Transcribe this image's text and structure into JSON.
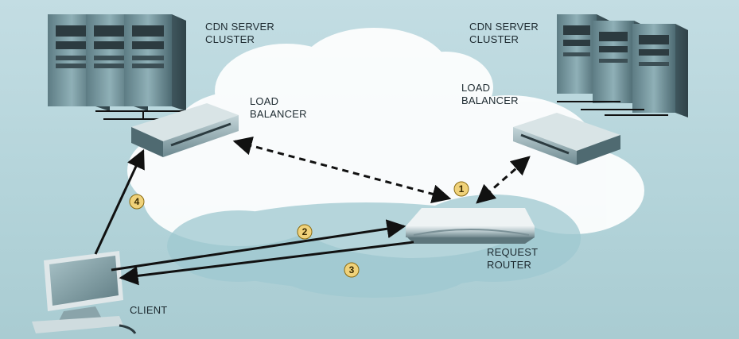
{
  "labels": {
    "cdn_left_line1": "CDN SERVER",
    "cdn_left_line2": "CLUSTER",
    "cdn_right_line1": "CDN SERVER",
    "cdn_right_line2": "CLUSTER",
    "lb_left_line1": "LOAD",
    "lb_left_line2": "BALANCER",
    "lb_right_line1": "LOAD",
    "lb_right_line2": "BALANCER",
    "router_line1": "REQUEST",
    "router_line2": "ROUTER",
    "client": "CLIENT"
  },
  "steps": [
    "1",
    "2",
    "3",
    "4"
  ],
  "colors": {
    "background": "#b4d4da",
    "cloud": "#ffffff",
    "arrow": "#111111",
    "step_badge": "#f0d27a",
    "server": "#6f8d94"
  }
}
